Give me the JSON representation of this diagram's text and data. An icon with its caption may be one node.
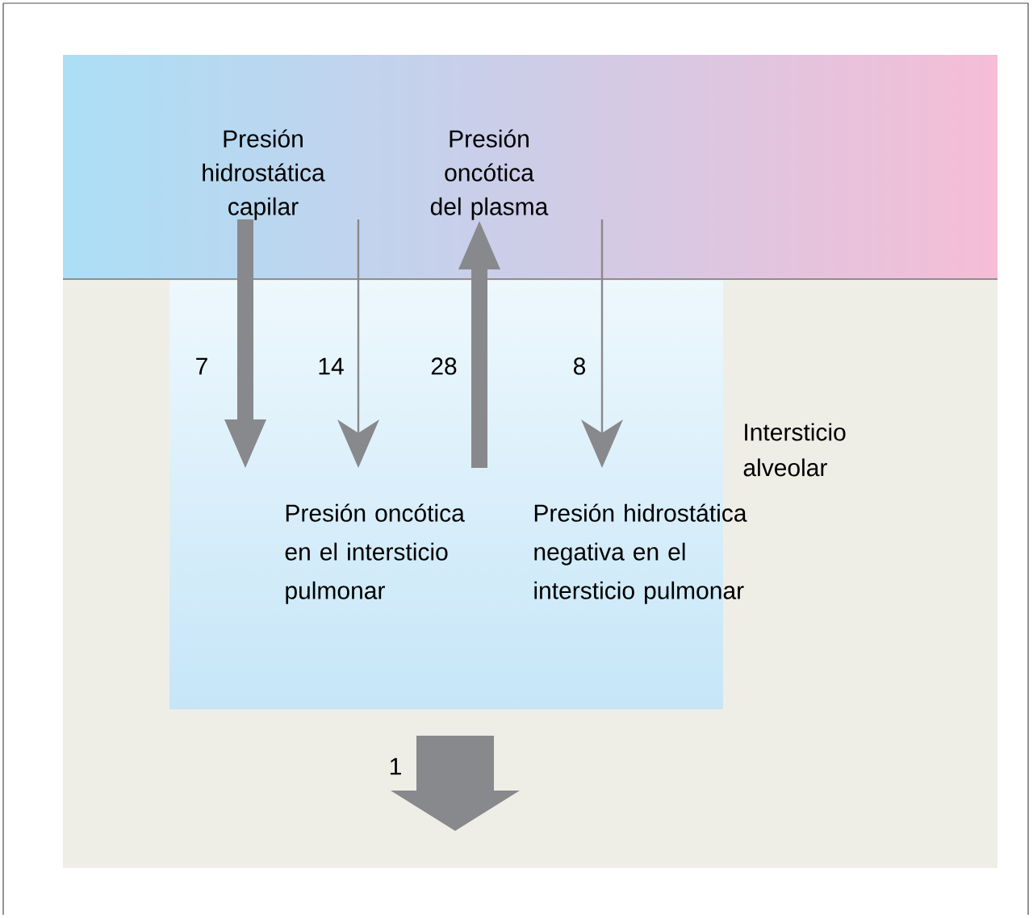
{
  "diagram": {
    "labels": [
      "Presión hidrostática capilar",
      "Presión oncótica del plasma",
      "7",
      "14",
      "28",
      "8",
      "Intersticio alveolar",
      "Presión oncótica en el intersticio pulmonar",
      "Presión hidrostática negativa en el intersticio pulmonar",
      "1"
    ]
  }
}
